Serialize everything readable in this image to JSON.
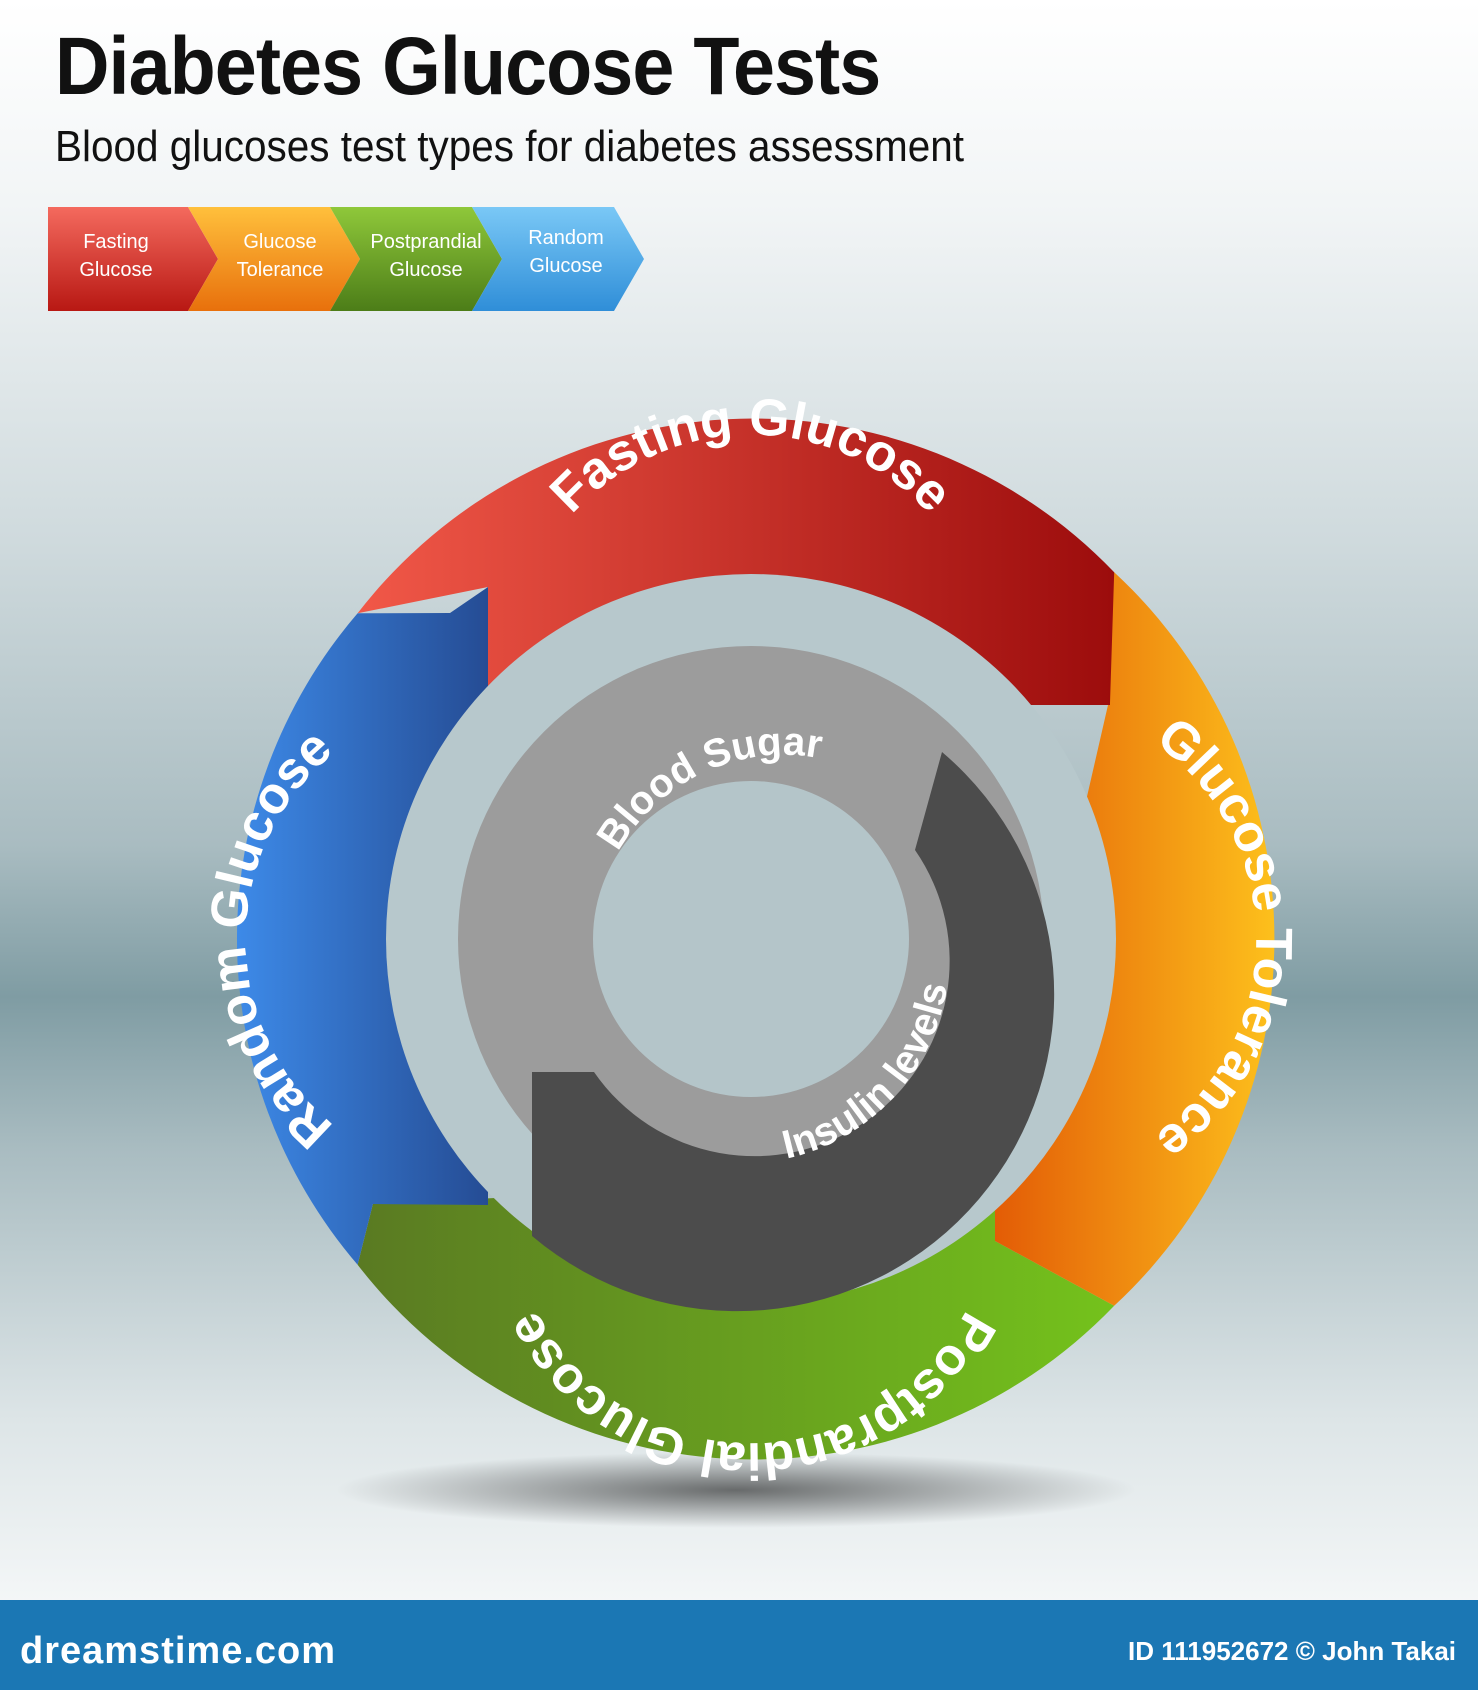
{
  "header": {
    "title": "Diabetes Glucose Tests",
    "subtitle": "Blood glucoses test types for diabetes assessment"
  },
  "legend": [
    {
      "line1": "Fasting",
      "line2": "Glucose",
      "color": "#d8332a"
    },
    {
      "line1": "Glucose",
      "line2": "Tolerance",
      "color": "#f3941a"
    },
    {
      "line1": "Postprandial",
      "line2": "Glucose",
      "color": "#6fa326"
    },
    {
      "line1": "Random",
      "line2": "Glucose",
      "color": "#4aa8e6"
    }
  ],
  "cycle": {
    "outer": [
      {
        "label": "Fasting Glucose",
        "color": "#c8221c"
      },
      {
        "label": "Glucose Tolerance",
        "color": "#f39414"
      },
      {
        "label": "Postprandial Glucose",
        "color": "#6aa021"
      },
      {
        "label": "Random Glucose",
        "color": "#3376cc"
      }
    ],
    "inner": [
      {
        "label": "Blood Sugar",
        "color": "#9a9a9a"
      },
      {
        "label": "Insulin levels",
        "color": "#4a4a4a"
      }
    ]
  },
  "footer": {
    "brand": "dreamstime.com",
    "credit": "ID 111952672 © John Takai"
  }
}
